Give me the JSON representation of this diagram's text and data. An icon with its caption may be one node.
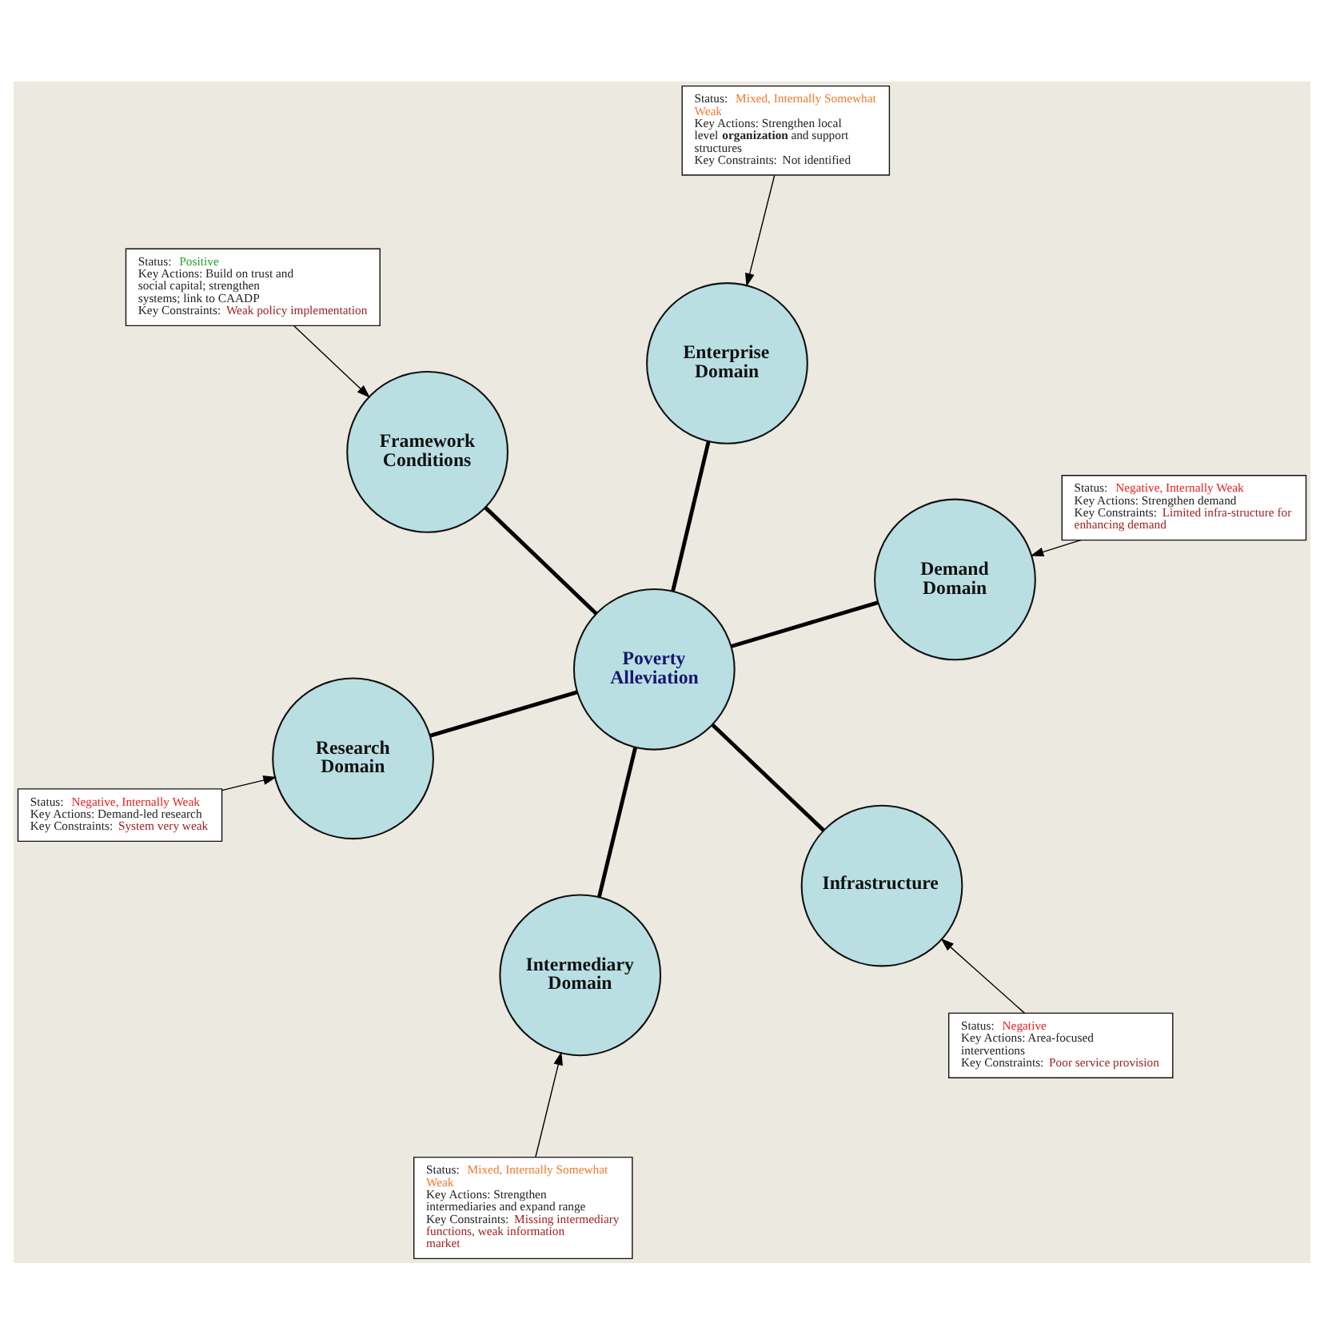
{
  "diagram": {
    "nodes": [
      {
        "text": [
          "Status:",
          "Positive",
          "Key Actions: Build on trust and social capital; strengthen systems; link to CAADP",
          "Key Constraints:",
          "Weak policy implementation"
        ]
      },
      {
        "text": [
          "Framework Conditions"
        ]
      },
      {
        "text": [
          "Status:",
          "Mixed, Internally Somewhat Weak",
          "Key Actions: Strengthen intermediaries and expand range",
          "Key Constraints:",
          "Missing intermediary functions, weak information market"
        ]
      },
      {
        "text": [
          "Enterprise Domain"
        ]
      },
      {
        "text": [
          "Intermediary Domain"
        ]
      },
      {
        "text": [
          "Status:",
          "Mixed, Internally Somewhat Weak",
          "Key Actions: Strengthen local level **organization** and support structures",
          "Key Constraints:",
          "Not identified"
        ]
      },
      {
        "text": [
          "Poverty Alleviation"
        ]
      },
      {
        "text": [
          "Status:",
          "Negative",
          "Key Actions: Area-focused interventions",
          "Key Constraints:",
          "Poor service provision"
        ]
      },
      {
        "text": [
          "Research Domain"
        ]
      },
      {
        "text": [
          "Infrastructure"
        ]
      },
      {
        "text": [
          "Demand Domain"
        ]
      },
      {
        "text": [
          "Status:",
          "Negative, Internally Weak",
          "Key Actions: Demand-led research",
          "Key Constraints:",
          "System very weak"
        ]
      },
      {
        "text": [
          "Status:",
          "Negative, Internally Weak",
          "Key Actions: Strengthen demand",
          "Key Constraints:",
          "Limited infra-structure for enhancing demand"
        ]
      }
    ],
    "edges": [
      {
        "from": 0,
        "to": 1,
        "arrow": "to"
      },
      {
        "from": 2,
        "to": 4,
        "arrow": "to"
      },
      {
        "from": 5,
        "to": 3,
        "arrow": "to"
      },
      {
        "from": 7,
        "to": 9,
        "arrow": "to"
      },
      {
        "from": 11,
        "to": 8,
        "arrow": "to"
      },
      {
        "from": 12,
        "to": 10,
        "arrow": "to"
      },
      {
        "from": 6,
        "to": 1,
        "arrow": "none",
        "style": "thick"
      },
      {
        "from": 6,
        "to": 4,
        "arrow": "none",
        "style": "thick"
      },
      {
        "from": 6,
        "to": 9,
        "arrow": "none",
        "style": "thick"
      },
      {
        "from": 6,
        "to": 10,
        "arrow": "none",
        "style": "thick"
      },
      {
        "from": 6,
        "to": 8,
        "arrow": "none",
        "style": "thick"
      },
      {
        "from": 6,
        "to": 3,
        "arrow": "none",
        "style": "thick"
      }
    ]
  }
}
